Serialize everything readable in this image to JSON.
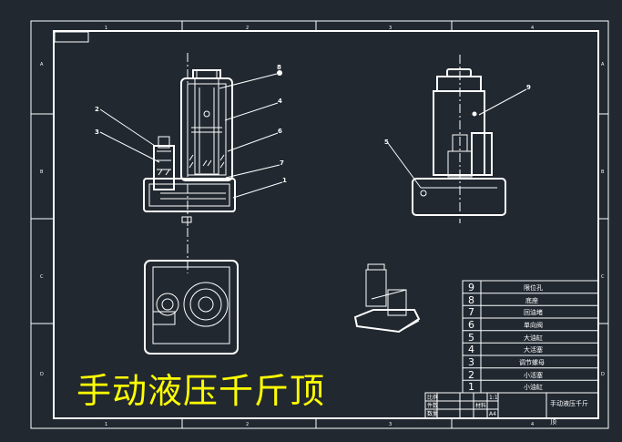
{
  "drawing_title": "手动液压千斤顶",
  "title_block_name": "手动液压千斤\n顶",
  "title_block_name_line1": "手动液压千斤",
  "title_block_name_line2": "顶",
  "title_block_small": [
    "比例",
    "件数",
    "数量",
    "1:1",
    "材料",
    "A4"
  ],
  "zone_numbers": [
    "1",
    "2",
    "3",
    "4"
  ],
  "zone_letters": [
    "A",
    "B",
    "C",
    "D"
  ],
  "callouts": [
    "8",
    "4",
    "2",
    "3",
    "6",
    "7",
    "1",
    "9",
    "5"
  ],
  "bom": [
    {
      "no": "9",
      "name": "限位孔"
    },
    {
      "no": "8",
      "name": "底座"
    },
    {
      "no": "7",
      "name": "回油堵"
    },
    {
      "no": "6",
      "name": "单向阀"
    },
    {
      "no": "5",
      "name": "大油缸"
    },
    {
      "no": "4",
      "name": "大活塞"
    },
    {
      "no": "3",
      "name": "调节螺母"
    },
    {
      "no": "2",
      "name": "小活塞"
    },
    {
      "no": "1",
      "name": "小油缸"
    }
  ]
}
